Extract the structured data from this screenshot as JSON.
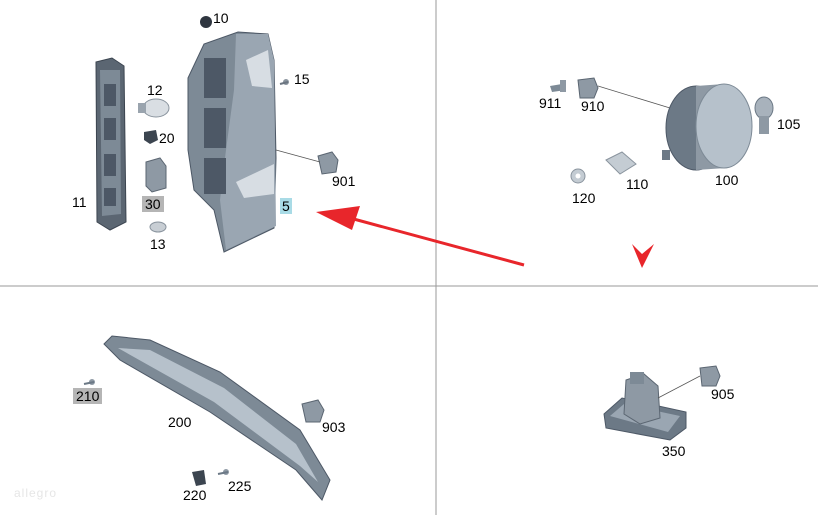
{
  "labels": {
    "p10": "10",
    "p15": "15",
    "p12": "12",
    "p20": "20",
    "p901": "901",
    "p11": "11",
    "p30": "30",
    "p5": "5",
    "p13": "13",
    "p911": "911",
    "p910": "910",
    "p105": "105",
    "p120": "120",
    "p110": "110",
    "p100": "100",
    "p210": "210",
    "p200": "200",
    "p903": "903",
    "p220": "220",
    "p225": "225",
    "p905": "905",
    "p350": "350"
  },
  "watermark": "allegro",
  "colors": {
    "part": "#7d8a96",
    "part_light": "#aab6c2",
    "part_dark": "#4d5866",
    "arrow": "#e8262b",
    "highlight_gray": "#b5b5b5",
    "highlight_blue": "#a9dbe6",
    "divider": "#9a9a9a"
  }
}
